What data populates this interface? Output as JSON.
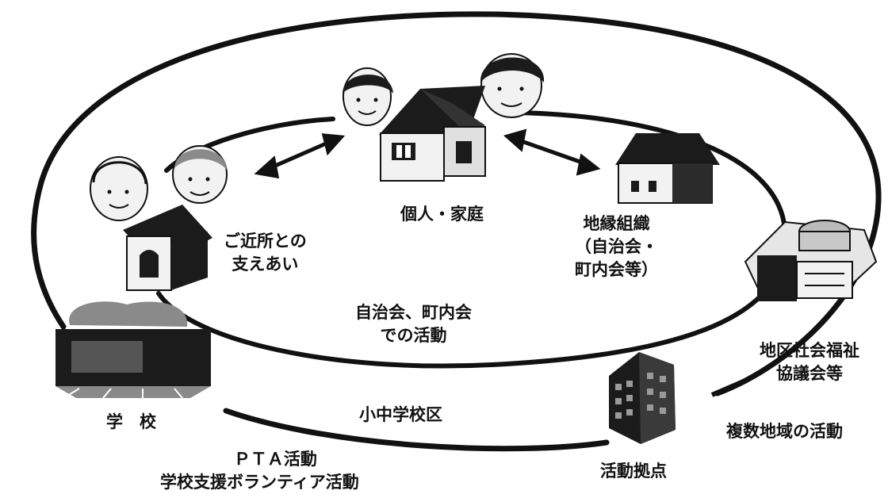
{
  "labels": {
    "individual_family": "個人・家庭",
    "neighbors_line1": "ご近所との",
    "neighbors_line2": "支えあい",
    "territorial_org_line1": "地縁組織",
    "territorial_org_line2": "（自治会・",
    "territorial_org_line3": "町内会等）",
    "association_activity_line1": "自治会、町内会",
    "association_activity_line2": "での活動",
    "welfare_council_line1": "地区社会福祉",
    "welfare_council_line2": "協議会等",
    "school": "学　校",
    "school_district": "小中学校区",
    "multi_area_activity": "複数地域の活動",
    "activity_base": "活動拠点",
    "pta_line1": "ＰＴＡ活動",
    "pta_line2": "学校支援ボランティア活動"
  },
  "colors": {
    "line": "#111111",
    "fill_dark": "#1b1b1b",
    "fill_gray": "#8a8a8a",
    "fill_light": "#e6e6e6",
    "face": "#f2f2f2"
  }
}
